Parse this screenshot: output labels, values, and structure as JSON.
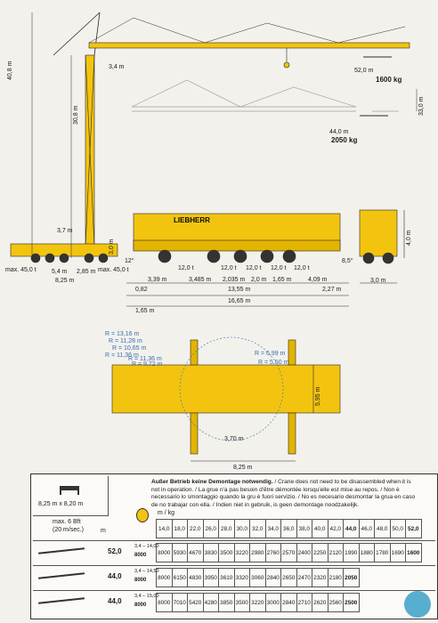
{
  "diagram": {
    "top": {
      "height_total": "40,8 m",
      "height_small": "3,4 m",
      "jib_reach": "52,0 m",
      "jib_load": "1600 kg",
      "height_second": "30,8 m",
      "height_right": "33,0 m",
      "reach_second": "44,0 m",
      "load_second": "2050 kg"
    },
    "crane_small": {
      "h37": "3,7 m",
      "h30": "3,0 m",
      "max_left": "max. 45,0 t",
      "max_right": "max. 45,0 t",
      "d54": "5,4 m",
      "d285": "2,85 m",
      "d825": "8,25 m"
    },
    "truck": {
      "brand": "LIEBHERR",
      "angle_left": "12°",
      "angle_right": "8,5°",
      "height": "4,0 m",
      "width": "3,0 m",
      "axle_loads": [
        "12,0 t",
        "12,0 t",
        "12,0 t",
        "12,0 t",
        "12,0 t"
      ],
      "dims_row1": [
        "3,39 m",
        "3,485 m",
        "2,035 m",
        "2,0 m",
        "1,65 m",
        "4,09 m"
      ],
      "front_over": "0,82",
      "total_wb": "13,55 m",
      "rear_over": "2,27 m",
      "total_len": "16,65 m",
      "front_small": "1,65 m"
    },
    "plan": {
      "radii": [
        "R = 13,16 m",
        "R = 11,28 m",
        "R = 10,65 m",
        "R = 11,36 m",
        "R = 11,36 m",
        "R = 9,72 m"
      ],
      "r_right1": "R = 6,99 m",
      "r_right2": "R = 5,50 m",
      "outrigger_w": "5,95 m",
      "slew": "3,70 m",
      "outrigger_l": "8,25 m"
    }
  },
  "table": {
    "support": "8,25 m x 8,20 m",
    "wind": "max. 6 Bft",
    "wind_sub": "(20 m/sec.)",
    "col_m": "m",
    "col_mkg": "m / kg",
    "note_bold": "Außer Betrieb keine Demontage notwendig.",
    "note_rest": " / Crane does not need to be disassembled when it is not in operation. / La grue n'a pas besoin d'être démontée lorsqu'elle est mise au repos. / Non è necessario lo smontaggio quando la gru è fuori servizio. / No es necesario desmontar la grua en caso de no trabajar con ella. / Indien niet in gebruik, is geen demontage noodzakelijk.",
    "radii": [
      "14,0",
      "18,0",
      "22,0",
      "26,0",
      "28,0",
      "30,0",
      "32,0",
      "34,0",
      "36,0",
      "38,0",
      "40,0",
      "42,0",
      "44,0",
      "46,0",
      "48,0",
      "50,0",
      "52,0"
    ],
    "rows": [
      {
        "len": "52,0",
        "range": "3,4 – 14,00",
        "max": "8000",
        "vals": [
          "8000",
          "5930",
          "4670",
          "3830",
          "3500",
          "3220",
          "2980",
          "2760",
          "2570",
          "2400",
          "2250",
          "2120",
          "1990",
          "1880",
          "1780",
          "1690",
          "1600"
        ]
      },
      {
        "len": "44,0",
        "range": "3,4 – 14,50",
        "max": "8000",
        "vals": [
          "8000",
          "6150",
          "4830",
          "3950",
          "3610",
          "3320",
          "3060",
          "2840",
          "2650",
          "2470",
          "2320",
          "2180",
          "2050"
        ]
      },
      {
        "len": "44,0",
        "range": "3,4 – 15,00",
        "max": "8000",
        "vals": [
          "8000",
          "7010",
          "5420",
          "4280",
          "3850",
          "3500",
          "3220",
          "3000",
          "2840",
          "2710",
          "2620",
          "2560",
          "2500"
        ]
      }
    ]
  },
  "colors": {
    "crane_yellow": "#f2c40f",
    "line": "#2a2a2a",
    "dim": "#3a6fb0"
  }
}
